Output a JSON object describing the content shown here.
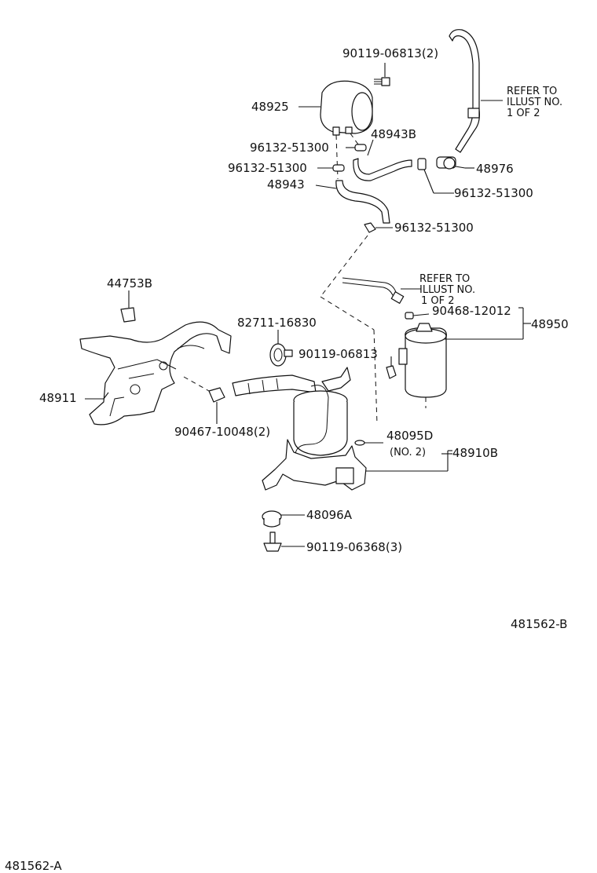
{
  "callouts": {
    "bolt_top": "90119-06813(2)",
    "canister": "48925",
    "hose_b": "48943B",
    "clip_1": "96132-51300",
    "clip_2": "96132-51300",
    "hose": "48943",
    "valve": "48976",
    "clip_3": "96132-51300",
    "clip_4": "96132-51300",
    "bracket_small": "44753B",
    "hose_clamp": "82711-16830",
    "bolt_mid": "90119-06813",
    "clip_5": "90468-12012",
    "filter": "48950",
    "bracket": "48911",
    "clamp_nut": "90467-10048(2)",
    "grommet_top": "48095D",
    "grommet_note": "(NO. 2)",
    "pump": "48910B",
    "cushion": "48096A",
    "bolt_bottom": "90119-06368(3)"
  },
  "refer_1": [
    "REFER TO",
    "ILLUST NO.",
    "1 OF 2"
  ],
  "refer_2": [
    "REFER TO",
    "ILLUST NO.",
    "1 OF 2"
  ],
  "figure_codes": {
    "secondary": "481562-B",
    "primary": "481562-A"
  }
}
